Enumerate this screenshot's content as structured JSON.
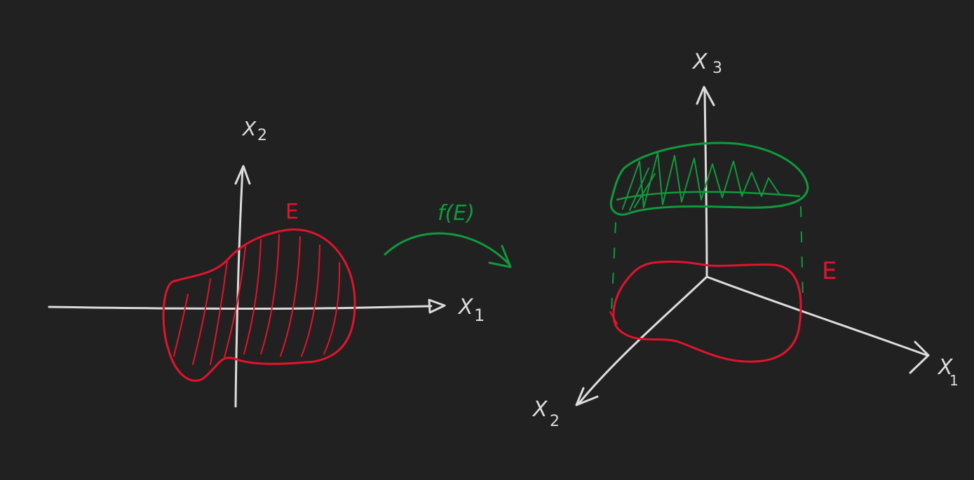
{
  "colors": {
    "background": "#212121",
    "axis": "#dcdcdc",
    "set": "#e3132d",
    "image": "#109a3c"
  },
  "left_plot": {
    "x_axis_label": "X",
    "x_axis_sub": "1",
    "y_axis_label": "X",
    "y_axis_sub": "2",
    "region_label": "E"
  },
  "map_arrow": {
    "label": "f(E)"
  },
  "right_plot": {
    "x1_label": "X",
    "x1_sub": "1",
    "x2_label": "X",
    "x2_sub": "2",
    "x3_label": "X",
    "x3_sub": "3",
    "region_label": "E"
  }
}
